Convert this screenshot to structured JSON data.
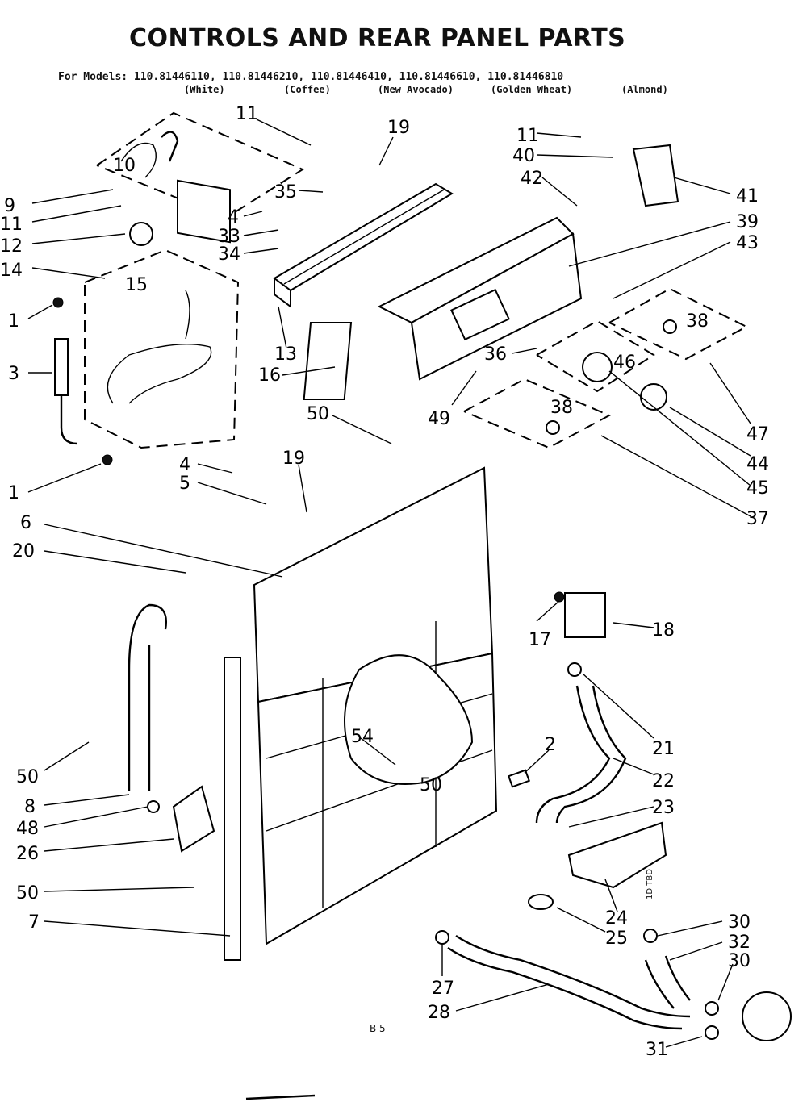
{
  "title": "CONTROLS AND REAR PANEL PARTS",
  "models_line": "For Models: 110.81446110, 110.81446210, 110.81446410, 110.81446610, 110.81446810",
  "colors": [
    "(White)",
    "(Coffee)",
    "(New Avocado)",
    "(Golden Wheat)",
    "(Almond)"
  ],
  "page_code": "B 5",
  "side_note": "1D TBD",
  "callouts": [
    "11",
    "19",
    "11",
    "40",
    "42",
    "41",
    "39",
    "43",
    "38",
    "47",
    "9",
    "11",
    "35",
    "4",
    "33",
    "34",
    "13",
    "12",
    "14",
    "15",
    "1",
    "3",
    "16",
    "36",
    "46",
    "49",
    "38",
    "44",
    "45",
    "37",
    "50",
    "4",
    "5",
    "19",
    "1",
    "6",
    "20",
    "17",
    "18",
    "21",
    "2",
    "22",
    "23",
    "24",
    "25",
    "54",
    "50",
    "50",
    "8",
    "48",
    "26",
    "50",
    "7",
    "27",
    "28",
    "30",
    "32",
    "30",
    "31"
  ]
}
